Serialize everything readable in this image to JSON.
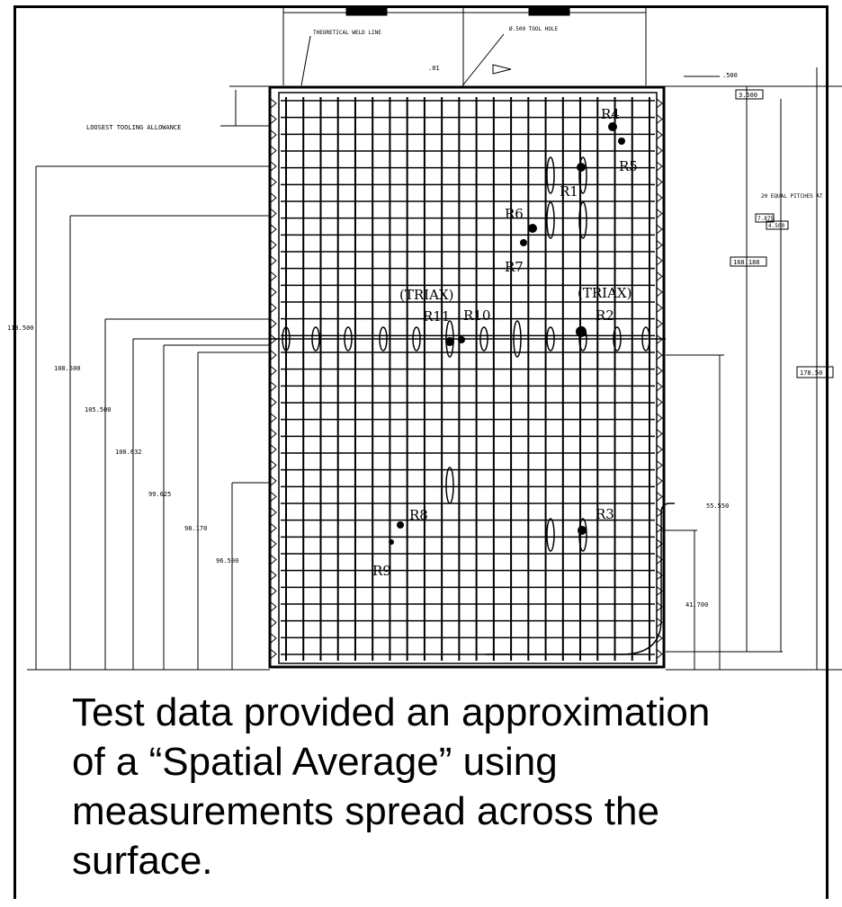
{
  "caption": {
    "lines": [
      "Test data provided an approximation",
      "of a “Spatial Average” using",
      "measurements spread across the",
      "surface."
    ]
  },
  "drawing": {
    "top_notes": {
      "weld_line": "THEORETICAL WELD LINE",
      "tool_hole": "Ø.500 TOOL HOLE",
      "tooling_allowance": "LOOSEST TOOLING ALLOWANCE",
      "offset_a": ".01",
      "offset_b": ".500"
    },
    "dimensions": {
      "left": [
        "113.500",
        "108.500",
        "105.500",
        "100.632",
        "99.625",
        "98.170",
        "96.500"
      ],
      "right": [
        "3.500",
        "168.188",
        "178.50",
        "55.550",
        "41.700"
      ],
      "pitch_note": "20 EQUAL PITCHES AT",
      "pitch_box_a": "7.875",
      "pitch_box_b": "4.500"
    },
    "sensors": {
      "r1": "R1",
      "r2": "R2",
      "r3": "R3",
      "r4": "R4",
      "r5": "R5",
      "r6": "R6",
      "r7": "R7",
      "r8": "R8",
      "r9": "R9",
      "r10": "R10",
      "r11": "R11",
      "triax_a": "(TRIAX)",
      "triax_b": "(TRIAX)"
    }
  }
}
